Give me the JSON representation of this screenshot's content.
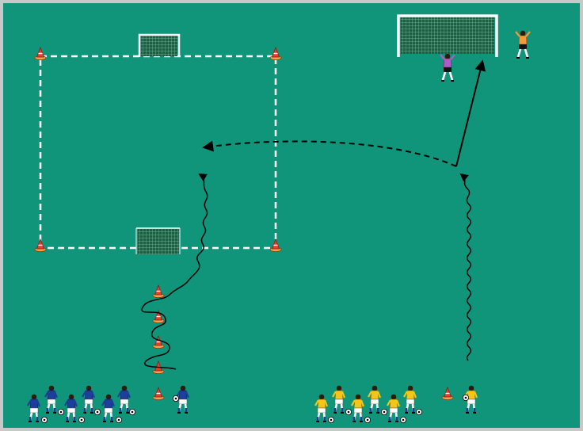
{
  "diagram": {
    "kind": "soccer-drill",
    "colors": {
      "pitch": "#11957A",
      "pitch_border": "#C8C8C8",
      "cone": "#E8402A",
      "cone_base": "#F2A24A",
      "team_blue_shirt": "#1E3E9C",
      "team_yellow_shirt": "#F4C61A",
      "shorts": "#FFFFFF",
      "socks_blue": "#1E3E9C",
      "keeper_purple": "#B05CC6",
      "keeper_orange": "#F29A3C",
      "goal_net": "#1E5E45",
      "line": "#000000",
      "boundary": "#FFFFFF"
    },
    "elements": [
      {
        "type": "cone",
        "count": 4,
        "role": "square-corner"
      },
      {
        "type": "cone",
        "count": 4,
        "role": "slalom"
      },
      {
        "type": "cone",
        "count": 1,
        "role": "right-start"
      },
      {
        "type": "mini-goal",
        "count": 2
      },
      {
        "type": "full-goal",
        "count": 1
      },
      {
        "type": "goalkeeper",
        "count": 2
      },
      {
        "type": "player-blue",
        "count": 6,
        "role": "queue-left"
      },
      {
        "type": "player-blue",
        "count": 1,
        "role": "active-dribbler"
      },
      {
        "type": "player-yellow",
        "count": 6,
        "role": "queue-right"
      },
      {
        "type": "player-yellow",
        "count": 1,
        "role": "active-dribbler"
      },
      {
        "type": "ball",
        "count": 14
      }
    ],
    "paths": [
      {
        "style": "dribble",
        "from": "blue-player",
        "to": "square"
      },
      {
        "style": "dribble",
        "from": "yellow-player",
        "to": "right-channel"
      },
      {
        "style": "pass",
        "from": "yellow-player",
        "to": "square"
      },
      {
        "style": "shot",
        "from": "yellow-player",
        "to": "full-goal"
      }
    ]
  }
}
